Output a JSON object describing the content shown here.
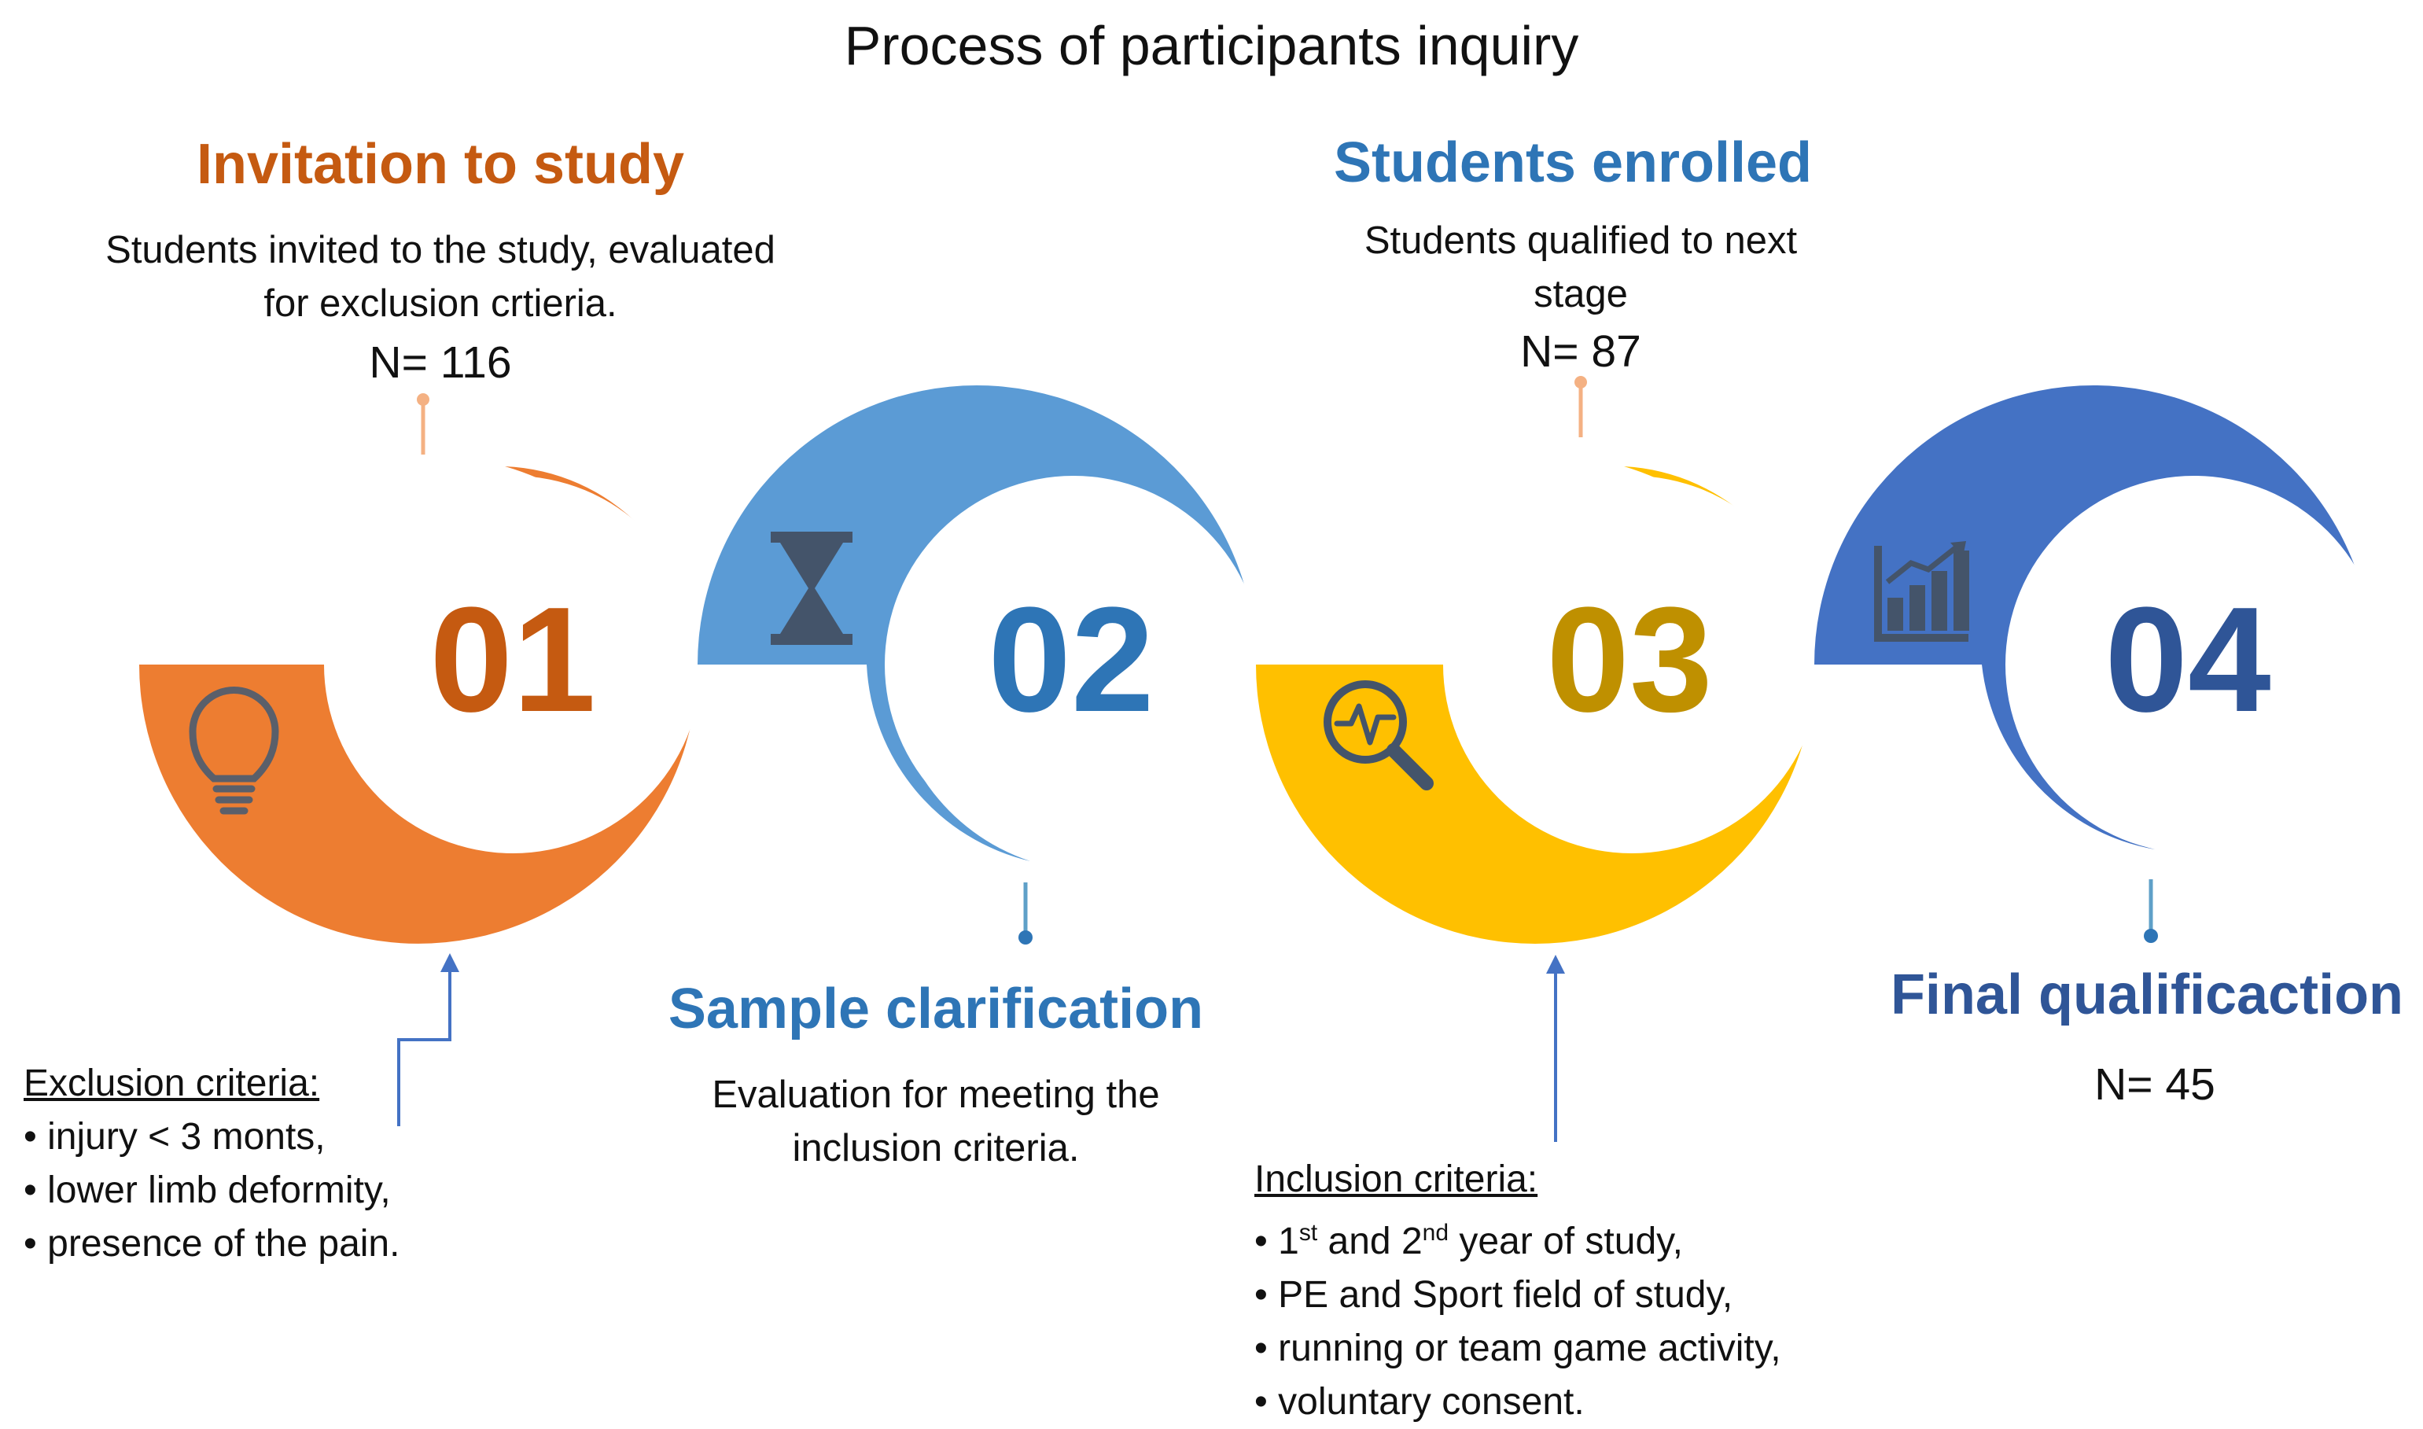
{
  "title": "Process of participants inquiry",
  "colors": {
    "orange": "#ED7D31",
    "orange_text": "#C55A11",
    "light_blue": "#5B9BD5",
    "mid_blue_text": "#2E75B6",
    "gold": "#FFC000",
    "gold_text": "#BF9000",
    "blue": "#4472C4",
    "dark_blue_text": "#2F5597"
  },
  "steps": [
    {
      "number": "01",
      "heading": "Invitation to study",
      "description_lines": [
        "Students invited to the study, evaluated",
        "for exclusion crtieria."
      ],
      "n": "N= 116",
      "icon": "lightbulb-icon"
    },
    {
      "number": "02",
      "heading": "Sample clarification",
      "description_lines": [
        "Evaluation for meeting the",
        "inclusion criteria."
      ],
      "icon": "hourglass-icon"
    },
    {
      "number": "03",
      "heading": "Students enrolled",
      "description_lines": [
        "Students qualified to next",
        "stage"
      ],
      "n": "N= 87",
      "icon": "magnifier-pulse-icon"
    },
    {
      "number": "04",
      "heading": "Final qualificaction",
      "n": "N= 45",
      "icon": "bar-chart-icon"
    }
  ],
  "exclusion": {
    "heading": "Exclusion criteria:",
    "items": [
      "injury < 3 monts,",
      "lower limb deformity,",
      "presence of the pain."
    ]
  },
  "inclusion": {
    "heading": "Inclusion criteria:",
    "item1_a": "1",
    "item1_sup1": "st",
    "item1_b": " and 2",
    "item1_sup2": "nd",
    "item1_c": " year of study,",
    "items_rest": [
      "PE and Sport field of study,",
      "running or team game activity,",
      "voluntary consent."
    ]
  }
}
